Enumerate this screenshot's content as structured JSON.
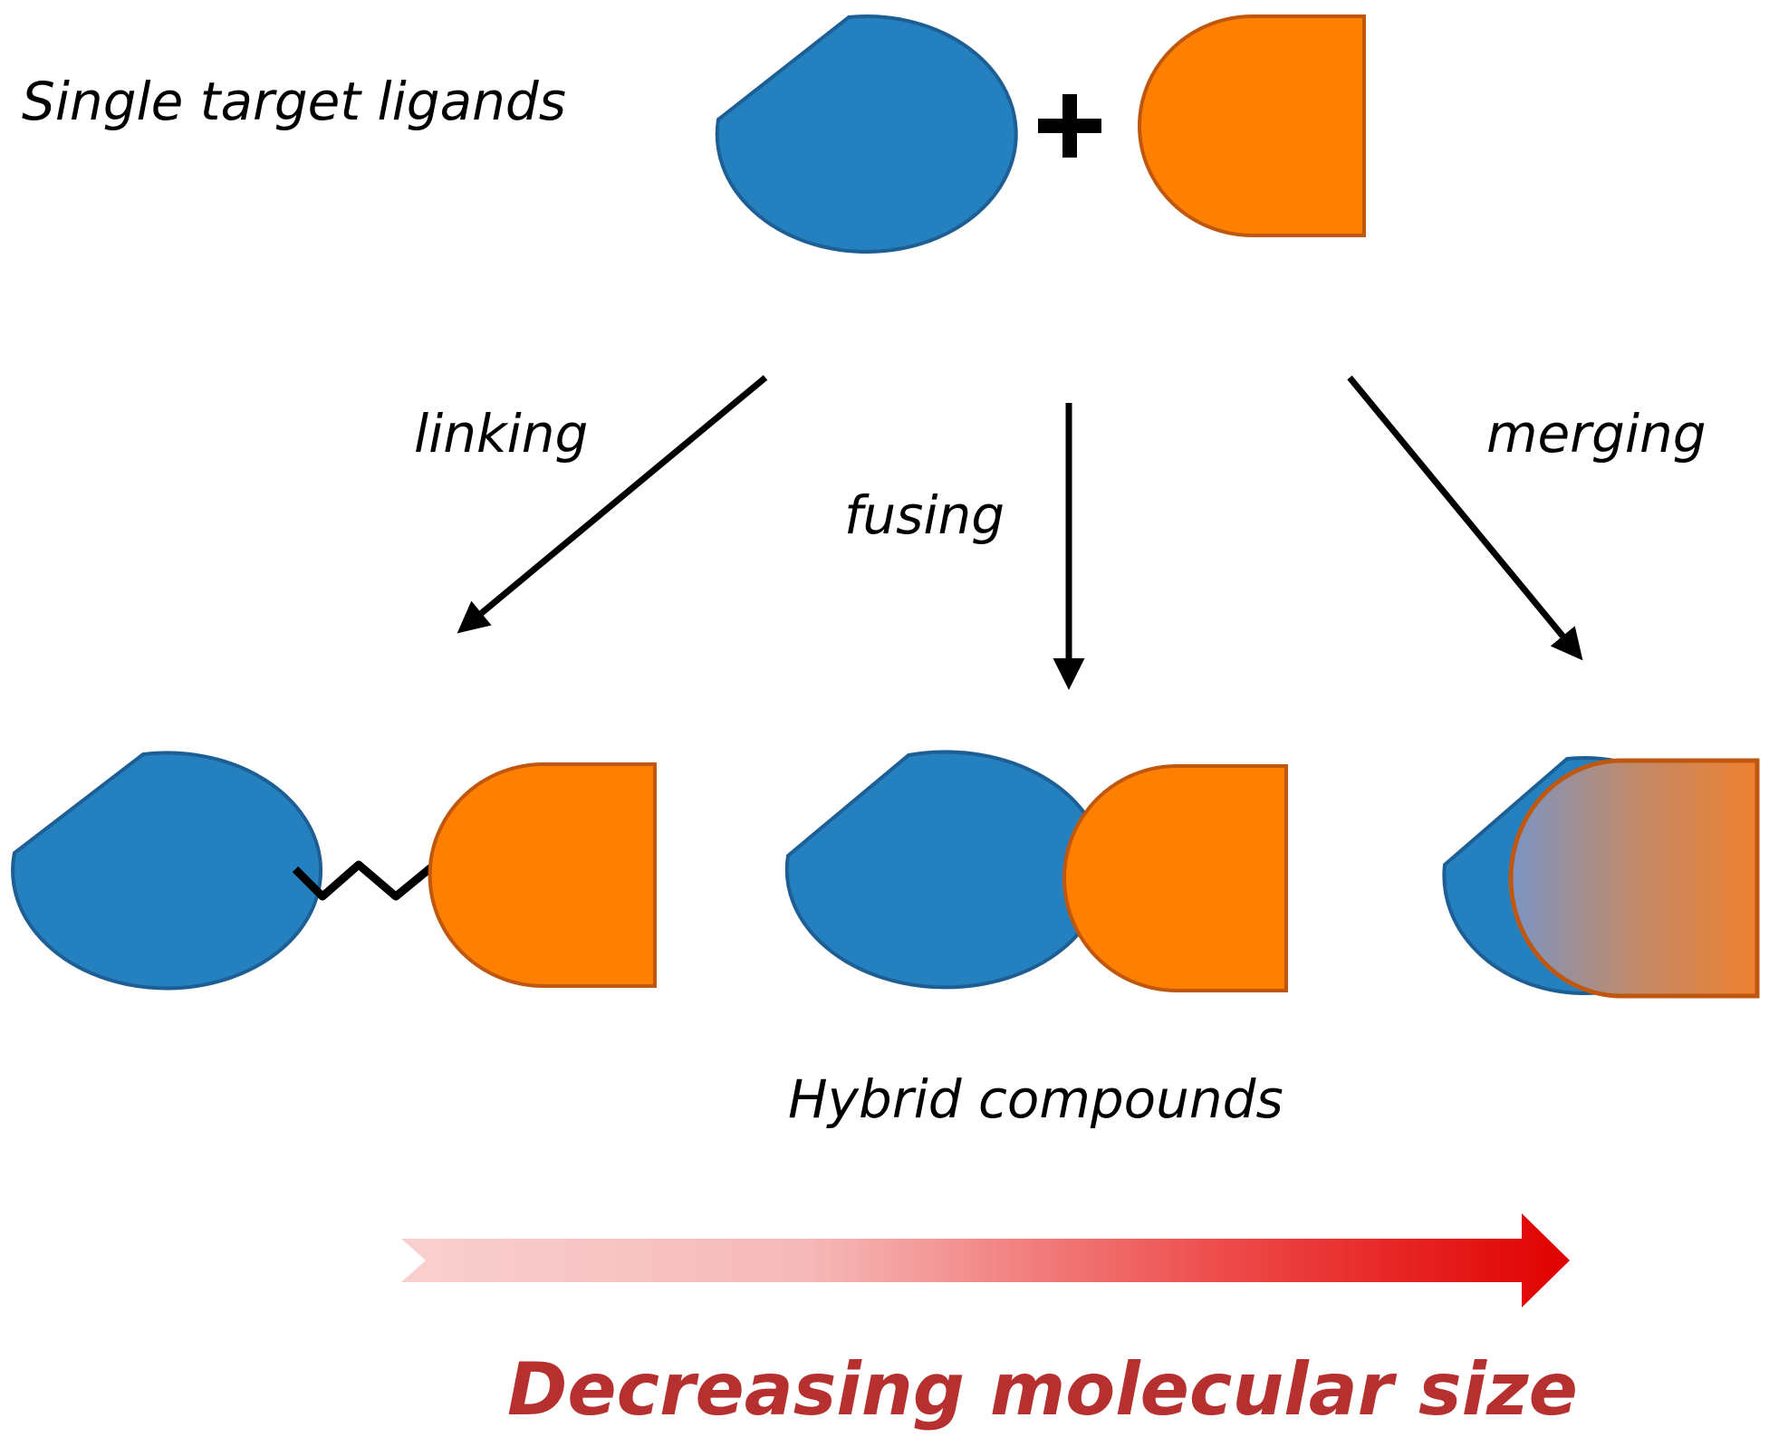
{
  "labels": {
    "single_target": "Single target ligands",
    "plus": "+",
    "linking": "linking",
    "fusing": "fusing",
    "merging": "merging",
    "hybrid": "Hybrid compounds",
    "size": "Decreasing molecular size"
  },
  "colors": {
    "blue_fill": "#2580bf",
    "blue_stroke": "#1d5f95",
    "orange_fill": "#ff7f00",
    "orange_stroke": "#c0570e",
    "arrow": "#000000",
    "size_text": "#b5302f",
    "gradient_start": "#f9d0d0",
    "gradient_end": "#e00000"
  }
}
